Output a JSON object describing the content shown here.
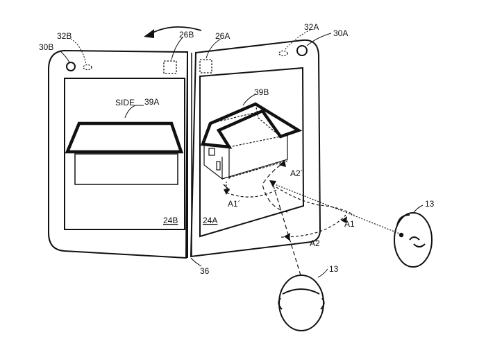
{
  "labels": {
    "l30B": "30B",
    "l32B": "32B",
    "l26B": "26B",
    "l26A": "26A",
    "l32A": "32A",
    "l30A": "30A",
    "side": "SIDE",
    "l39A": "39A",
    "l39B": "39B",
    "l24B": "24B",
    "l24A": "24A",
    "l36": "36",
    "l13_side": "13",
    "l13_front": "13",
    "A1": "A1",
    "A1p": "A1´",
    "A2": "A2",
    "A2p": "A2´"
  }
}
